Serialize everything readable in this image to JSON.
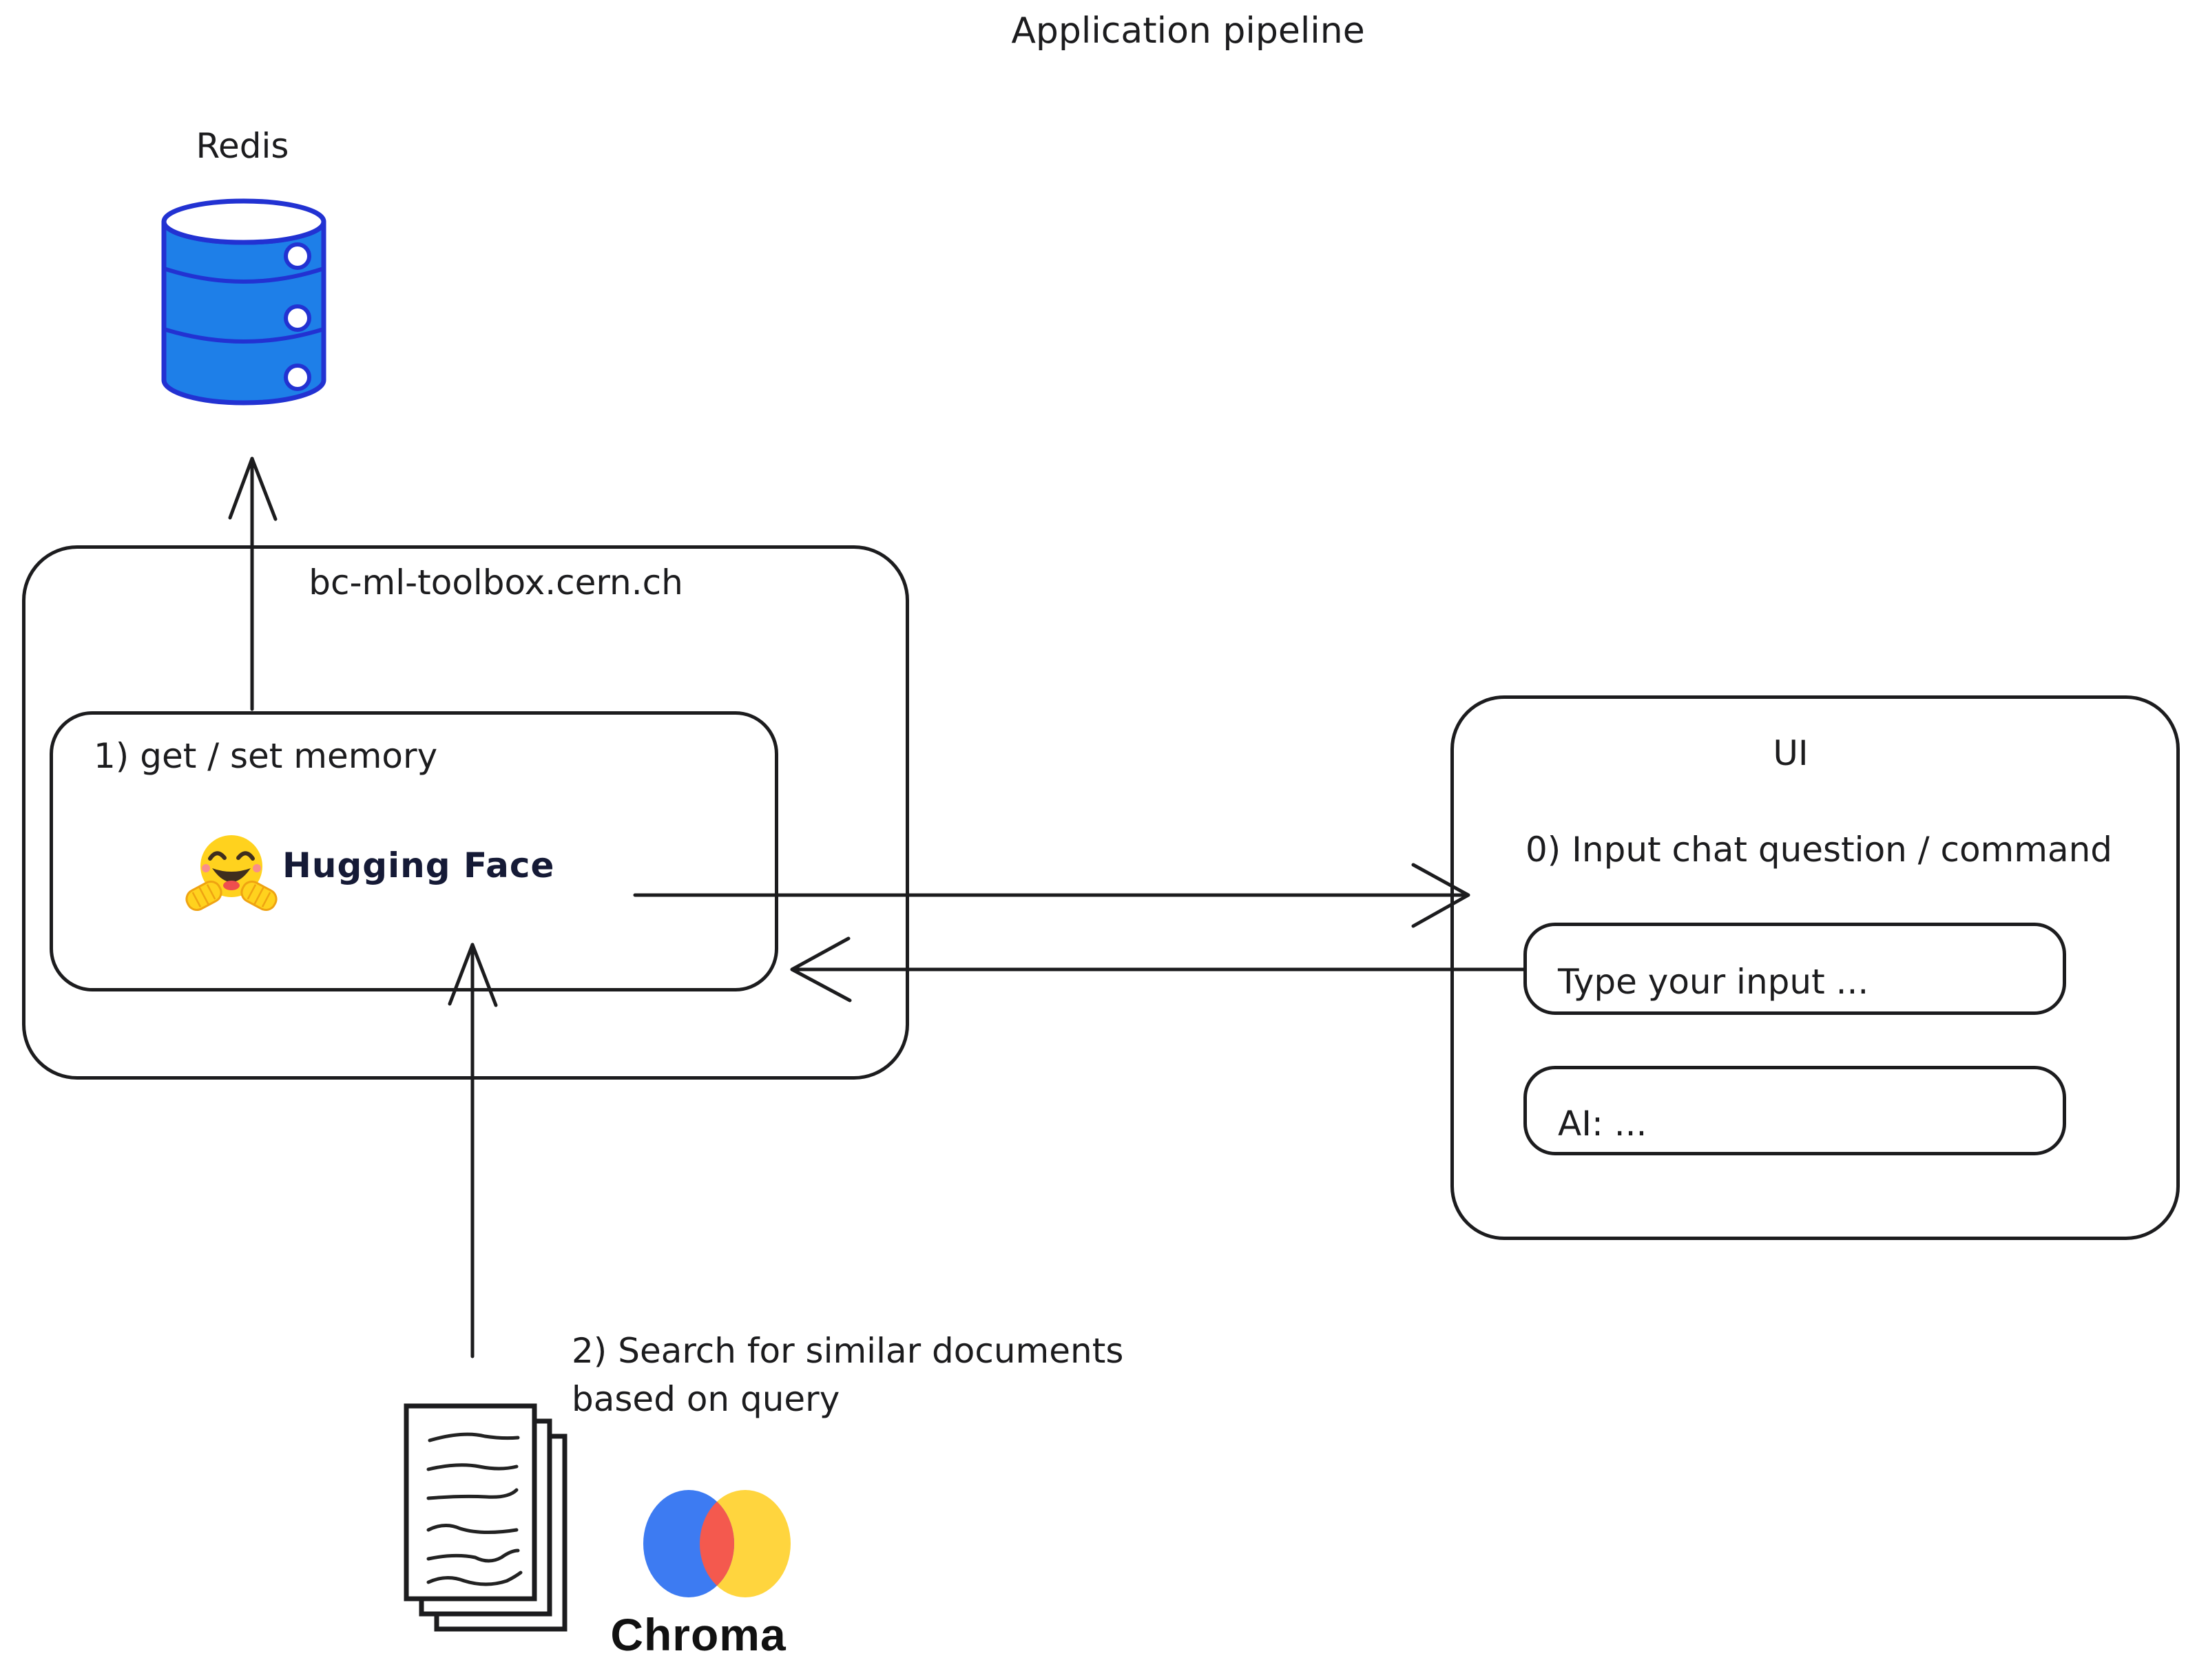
{
  "title": "Application pipeline",
  "redis": {
    "label": "Redis"
  },
  "toolbox": {
    "label": "bc-ml-toolbox.cern.ch",
    "memory_step": "1) get / set memory",
    "huggingface_label": "Hugging Face"
  },
  "ui": {
    "title": "UI",
    "step": "0) Input chat question / command",
    "input_placeholder": "Type your input ...",
    "ai_message": "AI: ..."
  },
  "search": {
    "line1": "2) Search for similar documents",
    "line2": "based on query"
  },
  "chroma": {
    "label": "Chroma"
  },
  "icons": {
    "redis": "database-cylinder-icon",
    "huggingface": "hugging-face-emoji-icon",
    "documents": "documents-stack-icon",
    "chroma": "chroma-logo-icon"
  },
  "colors": {
    "ink": "#1c1c1e",
    "redis_fill": "#1e7fe8",
    "redis_stroke": "#2232d2",
    "hf_text": "#151a36",
    "emoji_yellow": "#ffd21e",
    "emoji_detail": "#3f2e1e",
    "emoji_tongue": "#ef4e4e",
    "emoji_cheek": "#f98e8b",
    "emoji_hand_stroke": "#efa312",
    "chroma_blue": "#3d7bf2",
    "chroma_red": "#f4594e",
    "chroma_yellow": "#ffd53e"
  }
}
